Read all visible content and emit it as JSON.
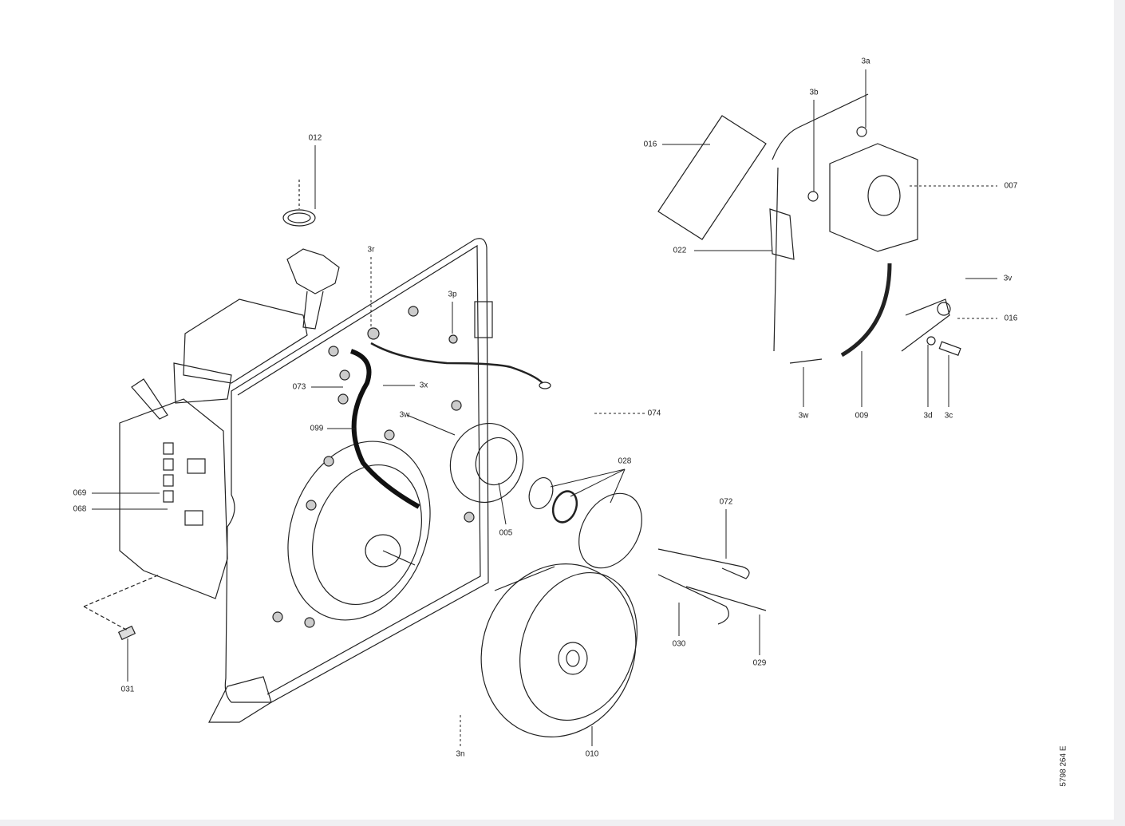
{
  "diagram": {
    "type": "exploded parts diagram",
    "document_id": "5798 264 E",
    "labels": {
      "l012": "012",
      "l3r": "3r",
      "l3p": "3p",
      "l073": "073",
      "l3x": "3x",
      "l3w_main": "3w",
      "l099": "099",
      "l074": "074",
      "l069": "069",
      "l068": "068",
      "l005": "005",
      "l028": "028",
      "l072": "072",
      "l030": "030",
      "l029": "029",
      "l031": "031",
      "l3n": "3n",
      "l010": "010",
      "l3a": "3a",
      "l3b": "3b",
      "l016_top": "016",
      "l007": "007",
      "l022": "022",
      "l3v": "3v",
      "l016_right": "016",
      "l3w_pump": "3w",
      "l009": "009",
      "l3d": "3d",
      "l3c": "3c"
    }
  }
}
